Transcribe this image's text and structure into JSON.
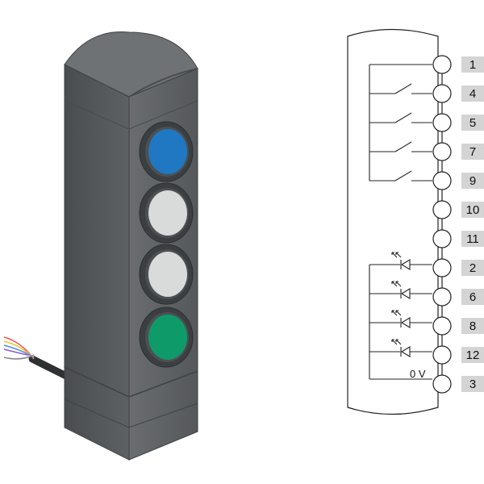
{
  "product": {
    "buttons": [
      {
        "name": "blue-button",
        "color": "#1f78c1"
      },
      {
        "name": "white-button-upper",
        "color": "#d9dbda"
      },
      {
        "name": "white-button-lower",
        "color": "#d9dbda"
      },
      {
        "name": "green-button",
        "color": "#0f9a6a"
      }
    ],
    "housing_color": "#5b5e60",
    "cable_wire_colors": [
      "#e85b5b",
      "#f1c232",
      "#4a90e2",
      "#8e5bd1",
      "#ffffff",
      "#888888"
    ]
  },
  "schematic": {
    "terminals": [
      {
        "label": "1"
      },
      {
        "label": "4"
      },
      {
        "label": "5"
      },
      {
        "label": "7"
      },
      {
        "label": "9"
      },
      {
        "label": "10"
      },
      {
        "label": "11"
      },
      {
        "label": "2"
      },
      {
        "label": "6"
      },
      {
        "label": "8"
      },
      {
        "label": "12"
      },
      {
        "label": "3"
      }
    ],
    "ground_label": "0 V",
    "label_box_color": "#d4d4d4"
  }
}
